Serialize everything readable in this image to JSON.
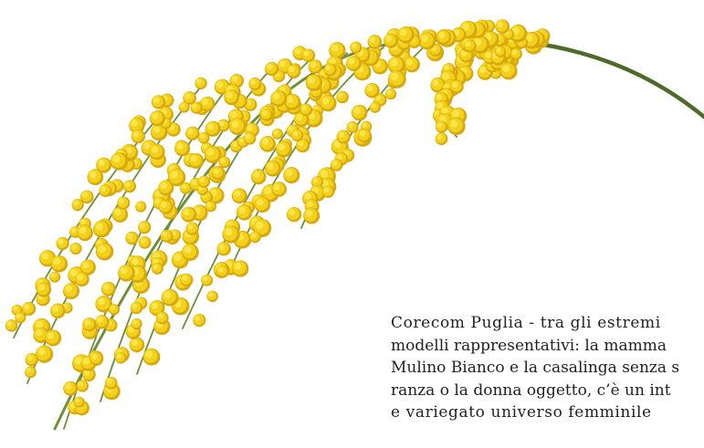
{
  "image": {
    "subject": "mimosa-branch",
    "colors": {
      "flower": "#f2d11c",
      "flower_light": "#fbe54a",
      "flower_dark": "#d8a90c",
      "stem": "#6f8f3a",
      "stem_dark": "#4f6b2a",
      "background": "#ffffff",
      "text": "#231f20"
    }
  },
  "article": {
    "lines": [
      "Corecom Puglia -  tra gli estremi",
      "modelli rappresentativi: la mamma",
      "Mulino Bianco e la casalinga senza s",
      "ranza o la donna oggetto, c’è un int",
      "e variegato universo femminile"
    ]
  }
}
